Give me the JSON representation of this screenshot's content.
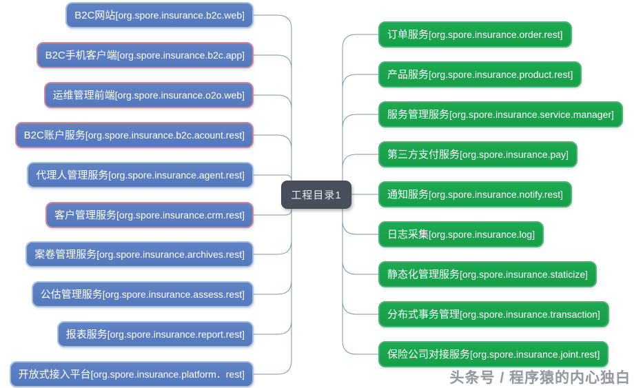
{
  "root": {
    "label": "工程目录1"
  },
  "watermark": "头条号 / 程序猿的内心独白",
  "colors": {
    "left_fill": "#5478bc",
    "left_fill_hi": "#5f83c4",
    "left_border_light": "#a3c0de",
    "left_border_pink": "#d2879b",
    "right_fill": "#179e48",
    "right_fill_hi": "#1da951",
    "right_border": "#4cb378",
    "center_fill": "#474e5c",
    "center_border": "#3d4452",
    "connector": "#7796ac",
    "watermark_color": "#9298a0"
  },
  "left_nodes": [
    {
      "name": "B2C网站",
      "package": "[org.spore.insurance.b2c.web]",
      "border": "light"
    },
    {
      "name": "B2C手机客户端",
      "package": "[org.spore.insurance.b2c.app]",
      "border": "pink"
    },
    {
      "name": "运维管理前端",
      "package": "[org.spore.insurance.o2o.web]",
      "border": "pink"
    },
    {
      "name": "B2C账户服务",
      "package": "[org.spore.insurance.b2c.acount.rest]",
      "border": "pink"
    },
    {
      "name": "代理人管理服务",
      "package": "[org.spore.insurance.agent.rest]",
      "border": "light"
    },
    {
      "name": "客户管理服务",
      "package": "[org.spore.insurance.crm.rest]",
      "border": "pink"
    },
    {
      "name": "案卷管理服务",
      "package": "[org.spore.insurance.archives.rest]",
      "border": "light"
    },
    {
      "name": "公估管理服务",
      "package": "[org.spore.insurance.assess.rest]",
      "border": "light"
    },
    {
      "name": "报表服务",
      "package": "[org.spore.insurance.report.rest]",
      "border": "light"
    },
    {
      "name": "开放式接入平台",
      "package": "[org.spore.insurance.platform．rest]",
      "border": "light"
    }
  ],
  "right_nodes": [
    {
      "name": "订单服务",
      "package": "[org.spore.insurance.order.rest]"
    },
    {
      "name": "产品服务",
      "package": "[org.spore.insurance.product.rest]"
    },
    {
      "name": "服务管理服务",
      "package": "[org.spore.insurance.service.manager]"
    },
    {
      "name": "第三方支付服务",
      "package": "[org.spore.insurance.pay]"
    },
    {
      "name": "通知服务",
      "package": "[org.spore.insurance.notify.rest]"
    },
    {
      "name": "日志采集",
      "package": "[org.spore.insurance.log]"
    },
    {
      "name": "静态化管理服务",
      "package": "[org.spore.insurance.staticize]"
    },
    {
      "name": "分布式事务管理",
      "package": "[org.spore.insurance.transaction]"
    },
    {
      "name": "保险公司对接服务",
      "package": "[org.spore.insurance.joint.rest]"
    }
  ]
}
